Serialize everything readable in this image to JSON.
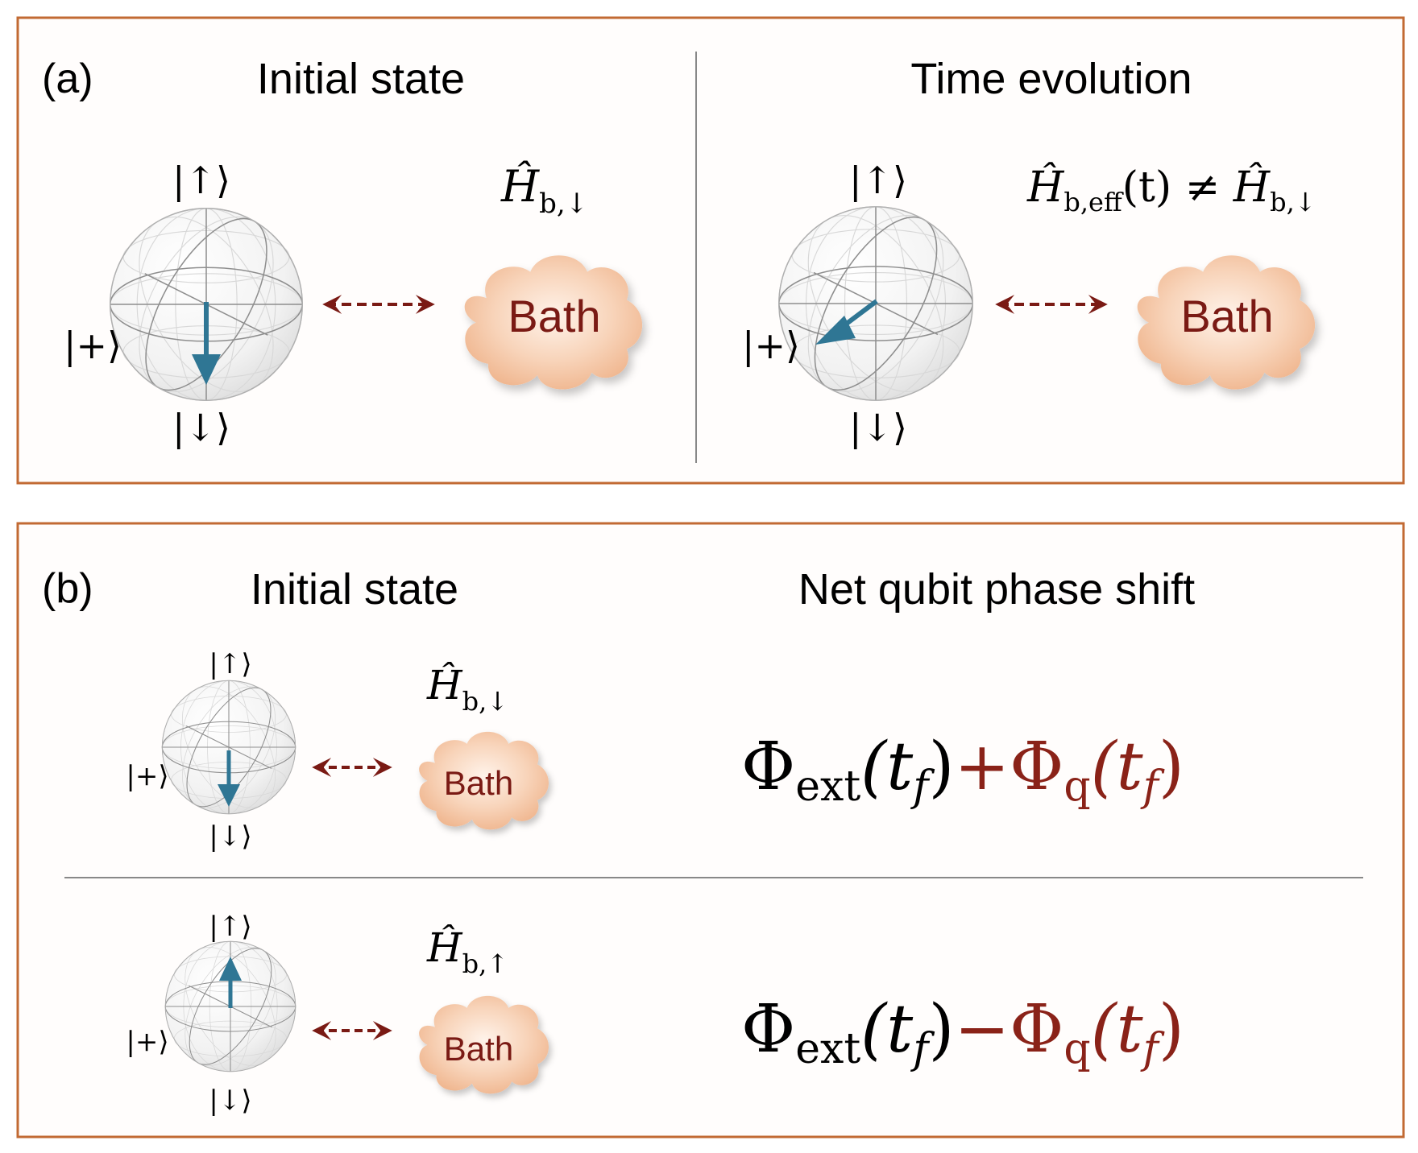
{
  "panel_a": {
    "label": "(a)",
    "left_title": "Initial state",
    "right_title": "Time evolution",
    "ket_up": "|↑⟩",
    "ket_down": "|↓⟩",
    "ket_plus": "|+⟩",
    "bath_label": "Bath",
    "ham_initial": {
      "base": "Ĥ",
      "sub": "b,↓"
    },
    "ham_evolved": {
      "base": "Ĥ",
      "sub": "b,eff",
      "arg": "(t) ≠ ",
      "base2": "Ĥ",
      "sub2": "b,↓"
    }
  },
  "panel_b": {
    "label": "(b)",
    "left_title": "Initial state",
    "right_title": "Net qubit phase shift",
    "ket_up": "|↑⟩",
    "ket_down": "|↓⟩",
    "ket_plus": "|+⟩",
    "bath_label": "Bath",
    "row_down": {
      "ham": {
        "base": "Ĥ",
        "sub": "b,↓"
      },
      "phase": {
        "phi": "Φ",
        "ext": "ext",
        "arg": "(t",
        "f": "f",
        "close": ")",
        "op": "+",
        "phi_q": "Φ",
        "q": "q",
        "arg_q": "(t",
        "f_q": "f",
        "close_q": ")"
      }
    },
    "row_up": {
      "ham": {
        "base": "Ĥ",
        "sub": "b,↑"
      },
      "phase": {
        "phi": "Φ",
        "ext": "ext",
        "arg": "(t",
        "f": "f",
        "close": ")",
        "op": "−",
        "phi_q": "Φ",
        "q": "q",
        "arg_q": "(t",
        "f_q": "f",
        "close_q": ")"
      }
    }
  },
  "colors": {
    "frame": "#c26a33",
    "arrow_state": "#2f7694",
    "arrow_dashed": "#7a1a14",
    "bath_text": "#7a1a14",
    "phase_q": "#8a2218",
    "bath_fill": "#f5c6a4"
  }
}
